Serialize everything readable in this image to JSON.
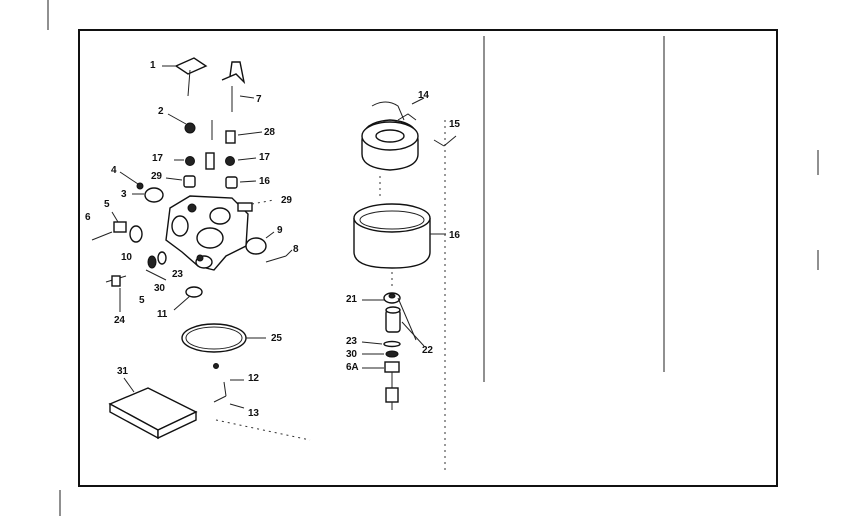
{
  "diagram": {
    "labels": {
      "l1": "1",
      "l2": "2",
      "l3": "3",
      "l4": "4",
      "l5a": "5",
      "l5b": "5",
      "l6": "6",
      "l6a": "6A",
      "l7": "7",
      "l8": "8",
      "l9": "9",
      "l10": "10",
      "l11": "11",
      "l12": "12",
      "l13": "13",
      "l14": "14",
      "l15": "15",
      "l16a": "16",
      "l16b": "16",
      "l17a": "17",
      "l17b": "17",
      "l21": "21",
      "l22": "22",
      "l23a": "23",
      "l23b": "23",
      "l24": "24",
      "l25": "25",
      "l28": "28",
      "l29a": "29",
      "l29b": "29",
      "l30a": "30",
      "l30b": "30",
      "l31": "31"
    }
  }
}
